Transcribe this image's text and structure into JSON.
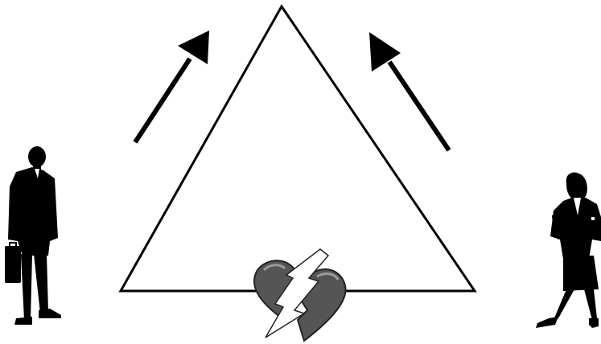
{
  "diagram": {
    "kind": "relationship-triangle",
    "colors": {
      "background": "#ffffff",
      "ink": "#000000",
      "heart_fill": "#555555",
      "heart_highlight": "#9a9a9a",
      "heart_outline": "#222222",
      "lightning_fill": "#ffffff"
    },
    "nodes": [
      {
        "id": "man",
        "icon": "businessman-silhouette-icon"
      },
      {
        "id": "woman",
        "icon": "businesswoman-silhouette-icon"
      },
      {
        "id": "apex",
        "icon": "triangle-apex"
      },
      {
        "id": "heart",
        "icon": "broken-heart-icon"
      }
    ],
    "arrows": [
      {
        "name": "left-up-arrow",
        "direction": "up-right"
      },
      {
        "name": "right-up-arrow",
        "direction": "up-left"
      }
    ]
  }
}
